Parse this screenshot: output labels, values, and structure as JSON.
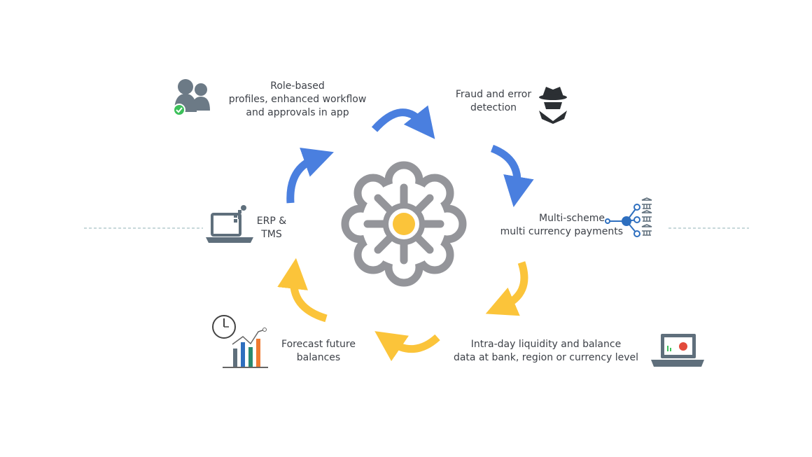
{
  "colors": {
    "blue": "#4a7fdf",
    "yellow": "#fbc43a",
    "gray": "#94959a",
    "icon": "#5f6f7c",
    "dash": "#8fb0b5"
  },
  "nodes": {
    "roles": {
      "lines": [
        "Role-based",
        "profiles, enhanced workflow",
        "and approvals in app"
      ],
      "icon": "users-check-icon"
    },
    "fraud": {
      "lines": [
        "Fraud and error",
        "detection"
      ],
      "icon": "spy-icon"
    },
    "payments": {
      "lines": [
        "Multi-scheme",
        "multi currency payments"
      ],
      "icon": "bank-network-icon"
    },
    "liquidity": {
      "lines": [
        "Intra-day  liquidity and balance",
        "data at bank, region or currency level"
      ],
      "icon": "laptop-chart-icon"
    },
    "forecast": {
      "lines": [
        "Forecast future",
        "balances"
      ],
      "icon": "clock-chart-icon"
    },
    "erp": {
      "lines": [
        "ERP &",
        "TMS"
      ],
      "icon": "laptop-erp-icon"
    }
  }
}
